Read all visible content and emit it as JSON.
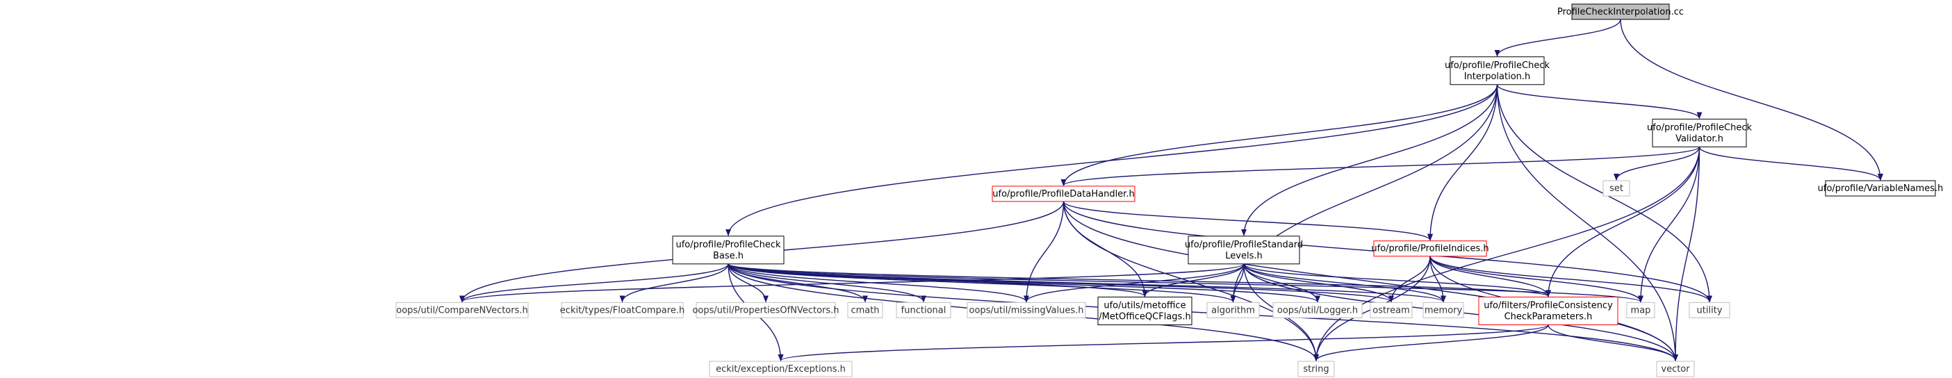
{
  "colors": {
    "edge": "#191970",
    "node_border": "#000000",
    "node_border_gray": "#bfbfbf",
    "node_border_red": "#ff0000",
    "root_fill": "#bfbfbf",
    "node_fill": "#ffffff"
  },
  "nodes": [
    {
      "id": "root",
      "lines": [
        "ProfileCheckInterpolation.cc"
      ],
      "style": "root"
    },
    {
      "id": "pci_h",
      "lines": [
        "ufo/profile/ProfileCheck",
        "Interpolation.h"
      ],
      "style": "normal"
    },
    {
      "id": "pcv_h",
      "lines": [
        "ufo/profile/ProfileCheck",
        "Validator.h"
      ],
      "style": "normal"
    },
    {
      "id": "pdh_h",
      "lines": [
        "ufo/profile/ProfileDataHandler.h"
      ],
      "style": "red"
    },
    {
      "id": "set",
      "lines": [
        "set"
      ],
      "style": "gray"
    },
    {
      "id": "varnames_h",
      "lines": [
        "ufo/profile/VariableNames.h"
      ],
      "style": "normal"
    },
    {
      "id": "pcb_h",
      "lines": [
        "ufo/profile/ProfileCheck",
        "Base.h"
      ],
      "style": "normal"
    },
    {
      "id": "psl_h",
      "lines": [
        "ufo/profile/ProfileStandard",
        "Levels.h"
      ],
      "style": "normal"
    },
    {
      "id": "pind_h",
      "lines": [
        "ufo/profile/ProfileIndices.h"
      ],
      "style": "red"
    },
    {
      "id": "cnv_h",
      "lines": [
        "oops/util/CompareNVectors.h"
      ],
      "style": "gray"
    },
    {
      "id": "floatcmp_h",
      "lines": [
        "eckit/types/FloatCompare.h"
      ],
      "style": "gray"
    },
    {
      "id": "propnv_h",
      "lines": [
        "oops/util/PropertiesOfNVectors.h"
      ],
      "style": "gray"
    },
    {
      "id": "cmath",
      "lines": [
        "cmath"
      ],
      "style": "gray"
    },
    {
      "id": "functional",
      "lines": [
        "functional"
      ],
      "style": "gray"
    },
    {
      "id": "missing_h",
      "lines": [
        "oops/util/missingValues.h"
      ],
      "style": "gray"
    },
    {
      "id": "moqc_h",
      "lines": [
        "ufo/utils/metoffice",
        "/MetOfficeQCFlags.h"
      ],
      "style": "normal"
    },
    {
      "id": "algorithm",
      "lines": [
        "algorithm"
      ],
      "style": "gray"
    },
    {
      "id": "logger_h",
      "lines": [
        "oops/util/Logger.h"
      ],
      "style": "gray"
    },
    {
      "id": "ostream",
      "lines": [
        "ostream"
      ],
      "style": "gray"
    },
    {
      "id": "memory",
      "lines": [
        "memory"
      ],
      "style": "gray"
    },
    {
      "id": "pccp_h",
      "lines": [
        "ufo/filters/ProfileConsistency",
        "CheckParameters.h"
      ],
      "style": "red"
    },
    {
      "id": "map",
      "lines": [
        "map"
      ],
      "style": "gray"
    },
    {
      "id": "utility",
      "lines": [
        "utility"
      ],
      "style": "gray"
    },
    {
      "id": "exceptions_h",
      "lines": [
        "eckit/exception/Exceptions.h"
      ],
      "style": "gray"
    },
    {
      "id": "string",
      "lines": [
        "string"
      ],
      "style": "gray"
    },
    {
      "id": "vector",
      "lines": [
        "vector"
      ],
      "style": "gray"
    }
  ],
  "edges": [
    [
      "root",
      "pci_h"
    ],
    [
      "root",
      "varnames_h"
    ],
    [
      "pci_h",
      "pcv_h"
    ],
    [
      "pci_h",
      "pdh_h"
    ],
    [
      "pci_h",
      "pcb_h"
    ],
    [
      "pci_h",
      "psl_h"
    ],
    [
      "pci_h",
      "pind_h"
    ],
    [
      "pci_h",
      "algorithm"
    ],
    [
      "pci_h",
      "utility"
    ],
    [
      "pci_h",
      "vector"
    ],
    [
      "pcv_h",
      "pdh_h"
    ],
    [
      "pcv_h",
      "set"
    ],
    [
      "pcv_h",
      "varnames_h"
    ],
    [
      "pcv_h",
      "pccp_h"
    ],
    [
      "pcv_h",
      "map"
    ],
    [
      "pcv_h",
      "string"
    ],
    [
      "pcv_h",
      "vector"
    ],
    [
      "pdh_h",
      "pind_h"
    ],
    [
      "pdh_h",
      "cnv_h"
    ],
    [
      "pdh_h",
      "missing_h"
    ],
    [
      "pdh_h",
      "moqc_h"
    ],
    [
      "pdh_h",
      "string"
    ],
    [
      "pdh_h",
      "utility"
    ],
    [
      "pdh_h",
      "vector"
    ],
    [
      "pcb_h",
      "cnv_h"
    ],
    [
      "pcb_h",
      "floatcmp_h"
    ],
    [
      "pcb_h",
      "propnv_h"
    ],
    [
      "pcb_h",
      "cmath"
    ],
    [
      "pcb_h",
      "functional"
    ],
    [
      "pcb_h",
      "missing_h"
    ],
    [
      "pcb_h",
      "moqc_h"
    ],
    [
      "pcb_h",
      "algorithm"
    ],
    [
      "pcb_h",
      "logger_h"
    ],
    [
      "pcb_h",
      "ostream"
    ],
    [
      "pcb_h",
      "memory"
    ],
    [
      "pcb_h",
      "pccp_h"
    ],
    [
      "pcb_h",
      "map"
    ],
    [
      "pcb_h",
      "exceptions_h"
    ],
    [
      "pcb_h",
      "string"
    ],
    [
      "pcb_h",
      "vector"
    ],
    [
      "psl_h",
      "cnv_h"
    ],
    [
      "psl_h",
      "missing_h"
    ],
    [
      "psl_h",
      "moqc_h"
    ],
    [
      "psl_h",
      "algorithm"
    ],
    [
      "psl_h",
      "logger_h"
    ],
    [
      "psl_h",
      "ostream"
    ],
    [
      "psl_h",
      "memory"
    ],
    [
      "psl_h",
      "pccp_h"
    ],
    [
      "psl_h",
      "string"
    ],
    [
      "psl_h",
      "vector"
    ],
    [
      "pind_h",
      "memory"
    ],
    [
      "pind_h",
      "ostream"
    ],
    [
      "pind_h",
      "pccp_h"
    ],
    [
      "pind_h",
      "map"
    ],
    [
      "pind_h",
      "utility"
    ],
    [
      "pind_h",
      "string"
    ],
    [
      "pind_h",
      "vector"
    ],
    [
      "pccp_h",
      "exceptions_h"
    ],
    [
      "pccp_h",
      "string"
    ],
    [
      "pccp_h",
      "vector"
    ]
  ]
}
